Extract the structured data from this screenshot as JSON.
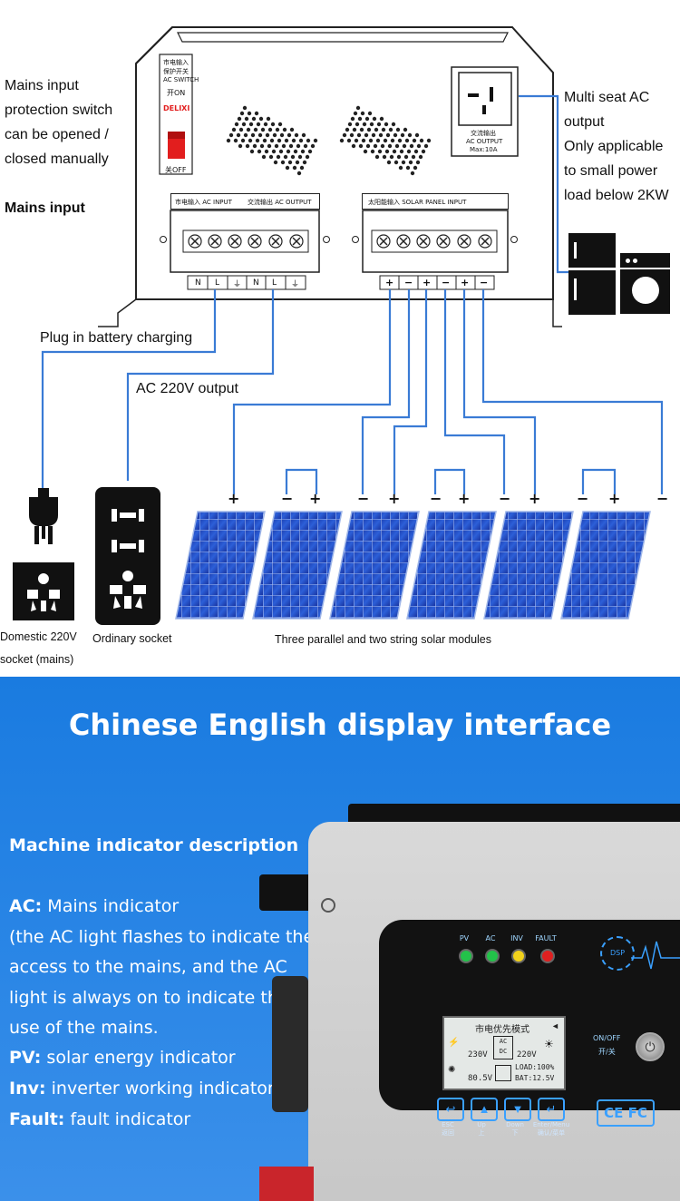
{
  "wiring": {
    "mains_switch_note": [
      "Mains input",
      "protection switch",
      "can be opened /",
      "closed manually"
    ],
    "mains_input_label": "Mains input",
    "ac_output_note": [
      "Multi seat AC",
      "output",
      "Only applicable",
      "to small power",
      "load below 2KW"
    ],
    "plug_label": "Plug in battery charging",
    "ac_output_label": "AC 220V output",
    "domestic_socket_label": [
      "Domestic 220V",
      "socket (mains)"
    ],
    "ordinary_socket_label": "Ordinary socket",
    "solar_caption": "Three parallel and two string solar modules",
    "device": {
      "switch_label_cn": "市电输入",
      "switch_label_cn2": "保护开关",
      "switch_label_en": "AC SWITCH",
      "switch_on": "开ON",
      "switch_off": "关OFF",
      "switch_brand": "DELIXI",
      "outlet_label_cn": "交流输出",
      "outlet_label_en": "AC OUTPUT",
      "outlet_max": "Max:10A",
      "ac_terminal_header_left": "市电输入 AC INPUT",
      "ac_terminal_header_right": "交流输出 AC OUTPUT",
      "solar_terminal_header": "太阳能输入 SOLAR PANEL INPUT",
      "ac_terminal_marks": [
        "N",
        "L",
        "⏚",
        "N",
        "L",
        "⏚"
      ],
      "solar_terminal_marks": [
        "+",
        "−",
        "+",
        "−",
        "+",
        "−"
      ]
    },
    "panel_polarity": [
      "+",
      "−",
      "+",
      "−",
      "+",
      "−",
      "+",
      "−",
      "+",
      "−",
      "+",
      "−"
    ]
  },
  "display": {
    "headline": "Chinese English display interface",
    "section_title": "Machine indicator description",
    "ac_key": "AC:",
    "ac_text": "Mains indicator",
    "ac_detail": [
      "(the AC light flashes to indicate the",
      "access to the mains, and the AC",
      "light is always on to indicate the",
      "use of the mains."
    ],
    "pv_key": "PV:",
    "pv_text": "solar energy indicator",
    "inv_key": "Inv:",
    "inv_text": "inverter working indicator",
    "fault_key": "Fault:",
    "fault_text": "fault indicator",
    "leds": [
      "PV",
      "AC",
      "INV",
      "FAULT"
    ],
    "led_colors": [
      "#23c24a",
      "#23c24a",
      "#f2d21b",
      "#e02020"
    ],
    "lcd_title": "市电优先模式",
    "lcd_in_volt": "230V",
    "lcd_acdc": "AC DC",
    "lcd_out_volt": "220V",
    "lcd_pv_volt": "80.5V",
    "lcd_load": "LOAD:100%",
    "lcd_bat": "BAT:12.5V",
    "onoff_en": "ON/OFF",
    "onoff_cn": "开/关",
    "dsp_badge": "DSP",
    "buttons": [
      {
        "en": "ESC",
        "cn": "返回"
      },
      {
        "en": "Up",
        "cn": "上"
      },
      {
        "en": "Down",
        "cn": "下"
      },
      {
        "en": "Enter/Menu",
        "cn": "确认/菜单"
      }
    ],
    "cert": "CE FC"
  }
}
